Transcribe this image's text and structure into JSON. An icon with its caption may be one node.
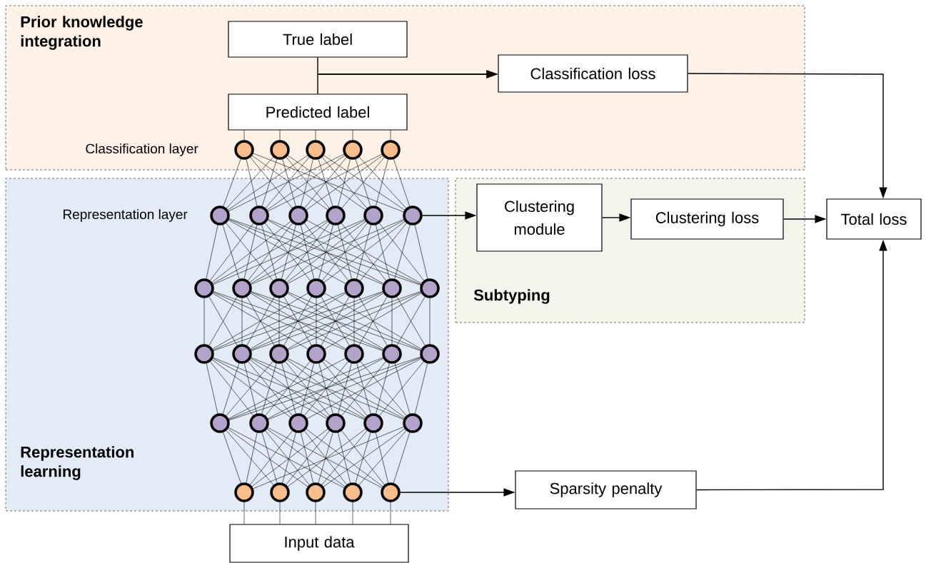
{
  "diagram": {
    "nodes": [
      {
        "text": [
          "Prior knowledge integration"
        ]
      },
      {
        "text": [
          "True label"
        ],
        "in": 0
      },
      {
        "text": [
          "Predicted label"
        ],
        "in": 0
      },
      {
        "text": [
          "Classification loss"
        ],
        "in": 0
      },
      {
        "text": [
          "Representation learning"
        ]
      },
      {
        "text": [
          "Subtyping"
        ]
      },
      {
        "text": [
          "Clustering module"
        ],
        "in": 5
      },
      {
        "text": [
          "Clustering loss"
        ],
        "in": 5
      },
      {
        "text": [
          "Total loss"
        ]
      },
      {
        "text": [
          "Sparsity penalty"
        ]
      },
      {
        "text": [
          "Input data"
        ]
      },
      {
        "text": [],
        "shape": "circle",
        "in": 4
      },
      {
        "text": [],
        "shape": "circle",
        "in": 4
      }
    ],
    "edges": [
      {
        "from": 1,
        "to": 3,
        "arrow": "to"
      },
      {
        "from": 2,
        "to": 3,
        "arrow": "to"
      },
      {
        "from": 3,
        "to": 8,
        "arrow": "to"
      },
      {
        "from": 11,
        "to": 6,
        "arrow": "to"
      },
      {
        "from": 6,
        "to": 7,
        "arrow": "to"
      },
      {
        "from": 7,
        "to": 8,
        "arrow": "to"
      },
      {
        "from": 12,
        "to": 9,
        "arrow": "to"
      },
      {
        "from": 9,
        "to": 8,
        "arrow": "to"
      }
    ],
    "labels": [
      "Classification layer",
      "Representation layer"
    ]
  }
}
